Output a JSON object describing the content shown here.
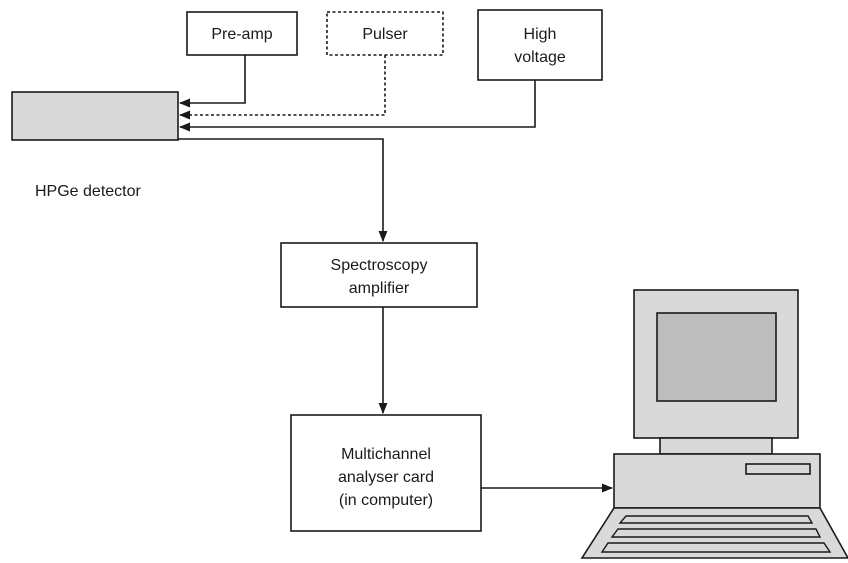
{
  "nodes": {
    "preamp": {
      "label": "Pre-amp"
    },
    "pulser": {
      "label": "Pulser"
    },
    "high_voltage": {
      "line1": "High",
      "line2": "voltage"
    },
    "detector": {
      "label": "HPGe detector"
    },
    "spectroscopy_amplifier": {
      "line1": "Spectroscopy",
      "line2": "amplifier"
    },
    "mca_card": {
      "line1": "Multichannel",
      "line2": "analyser card",
      "line3": "(in computer)"
    }
  },
  "computer": {
    "icon": "desktop-computer-icon"
  },
  "colors": {
    "stroke": "#1a1a1a",
    "detector_fill": "#d9d9d9",
    "screen_fill": "#bdbdbd"
  }
}
